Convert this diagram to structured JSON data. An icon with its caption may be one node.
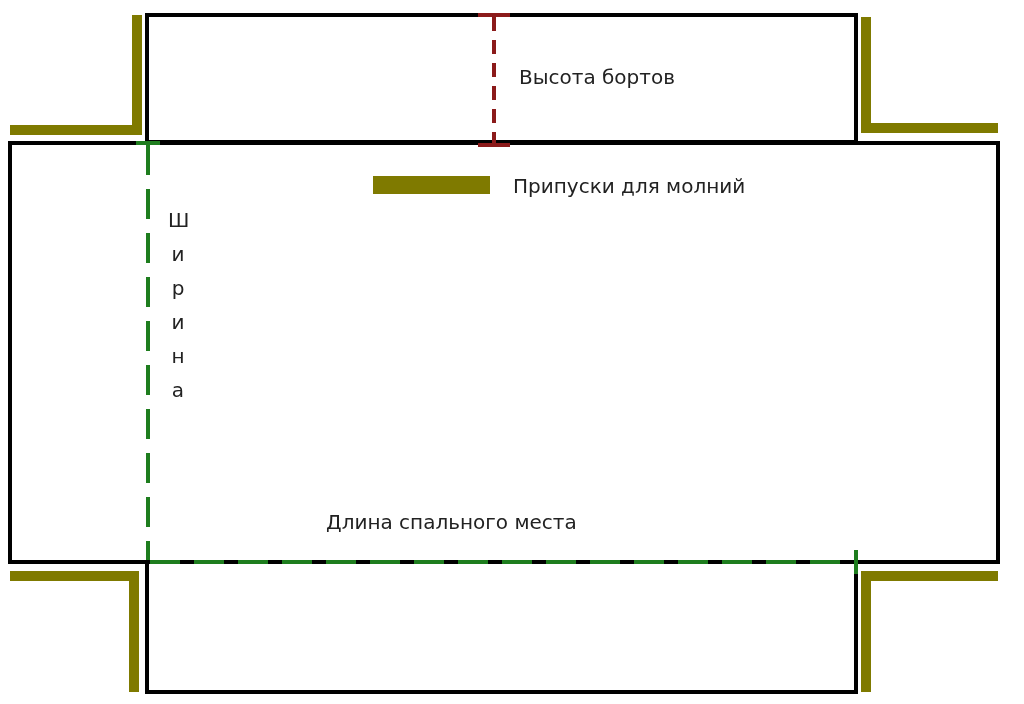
{
  "diagram": {
    "labels": [
      "Высота бортов",
      "Ширина",
      "Длина спального места"
    ],
    "legend": [
      {
        "text": "Припуски для молний",
        "color": "#7f7a00"
      }
    ]
  }
}
